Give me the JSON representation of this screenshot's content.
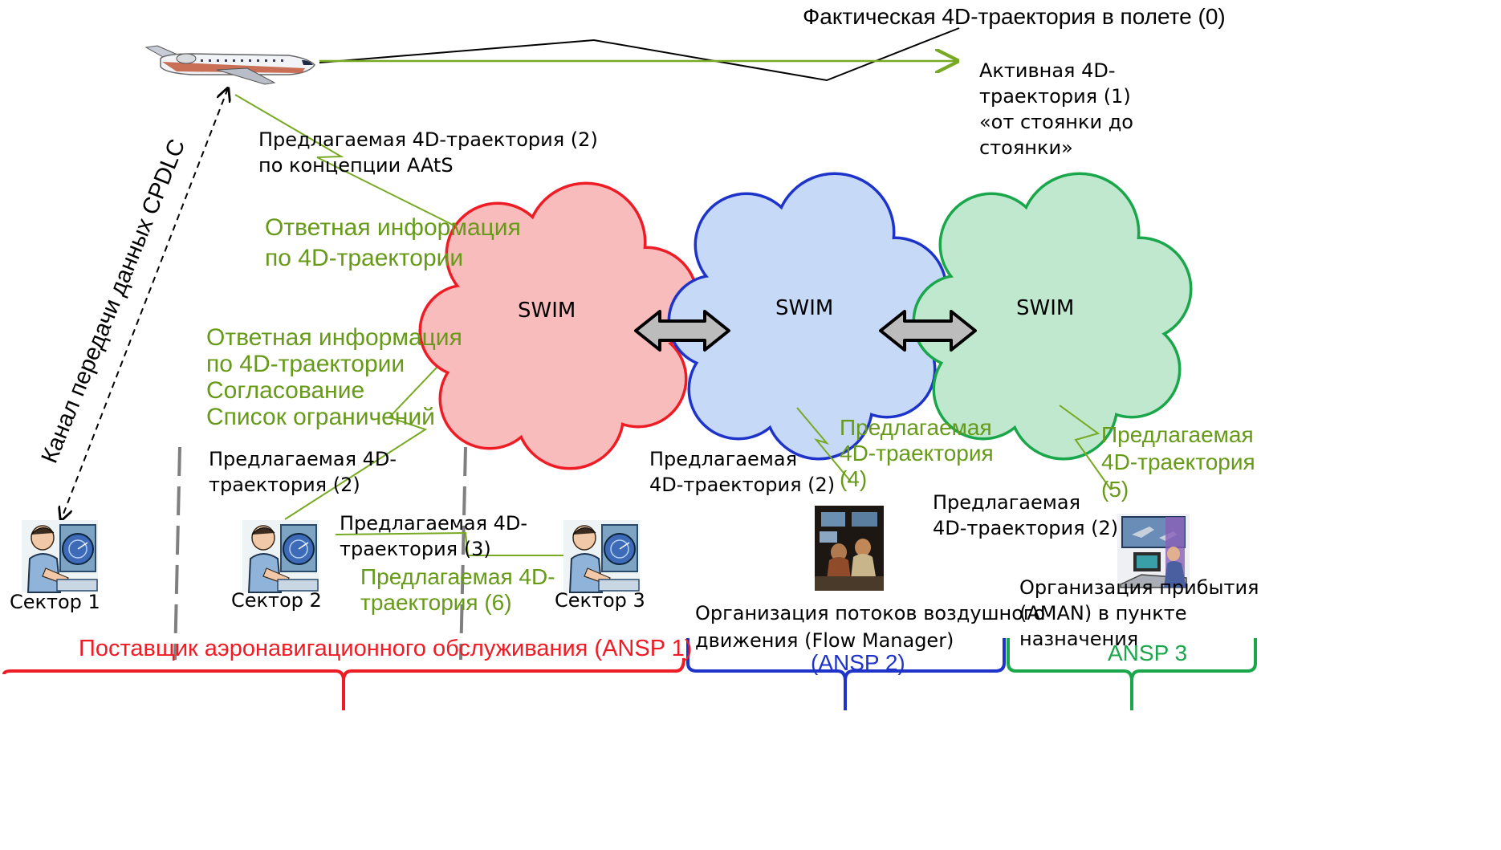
{
  "colors": {
    "ansp1": "#ee1c25",
    "ansp2": "#1d33c9",
    "ansp3": "#1aa64a",
    "trajectory": "#77aa22",
    "green_text": "#669a18",
    "cloud1_fill": "#f9bcbc",
    "cloud2_fill": "#c6d9f6",
    "cloud3_fill": "#bfe8cf"
  },
  "trajectories": {
    "actual": "Фактическая 4D-траектория в полете (0)",
    "active": "Активная 4D-\nтраектория (1)\n«от стоянки до\nстоянки»",
    "proposed_aats": "Предлагаемая 4D-траектория (2)\nпо концепции AAtS"
  },
  "datalink_label": "Канал передачи данных CPDLC",
  "responses": {
    "top": "Ответная информация\nпо 4D-траектории",
    "middle": "Ответная информация\nпо  4D-траектории\nСогласование\nСписок ограничений"
  },
  "clouds": [
    {
      "label": "SWIM"
    },
    {
      "label": "SWIM"
    },
    {
      "label": "SWIM"
    }
  ],
  "proposed_labels": {
    "sector2": "Предлагаемая 4D-\nтраектория (2)",
    "sector3_in": "Предлагаемая 4D-\nтраектория (3)",
    "sector_out6": "Предлагаемая 4D-\nтраектория (6)",
    "flow_in": "Предлагаемая\n4D-траектория (2)",
    "flow_out4": "Предлагаемая\n4D-траектория\n(4)",
    "aman_in": "Предлагаемая\n4D-траектория (2)",
    "aman_out5": "Предлагаемая\n4D-траектория\n(5)"
  },
  "sectors": [
    "Сектор 1",
    "Сектор 2",
    "Сектор 3"
  ],
  "flow_manager": "Организация потоков воздушного\nдвижения (Flow Manager)",
  "aman": "Организация прибытия\n(AMAN) в пункте\nназначения",
  "organizations": {
    "ansp1": "Поставщик аэронавигационного обслуживания (ANSP 1)",
    "ansp2": "(ANSP 2)",
    "ansp3": "ANSP 3"
  },
  "icons": [
    "aircraft-icon",
    "air-traffic-controller-icon",
    "flow-manager-operators-icon",
    "aman-workstation-icon",
    "bidirectional-arrow-icon"
  ]
}
